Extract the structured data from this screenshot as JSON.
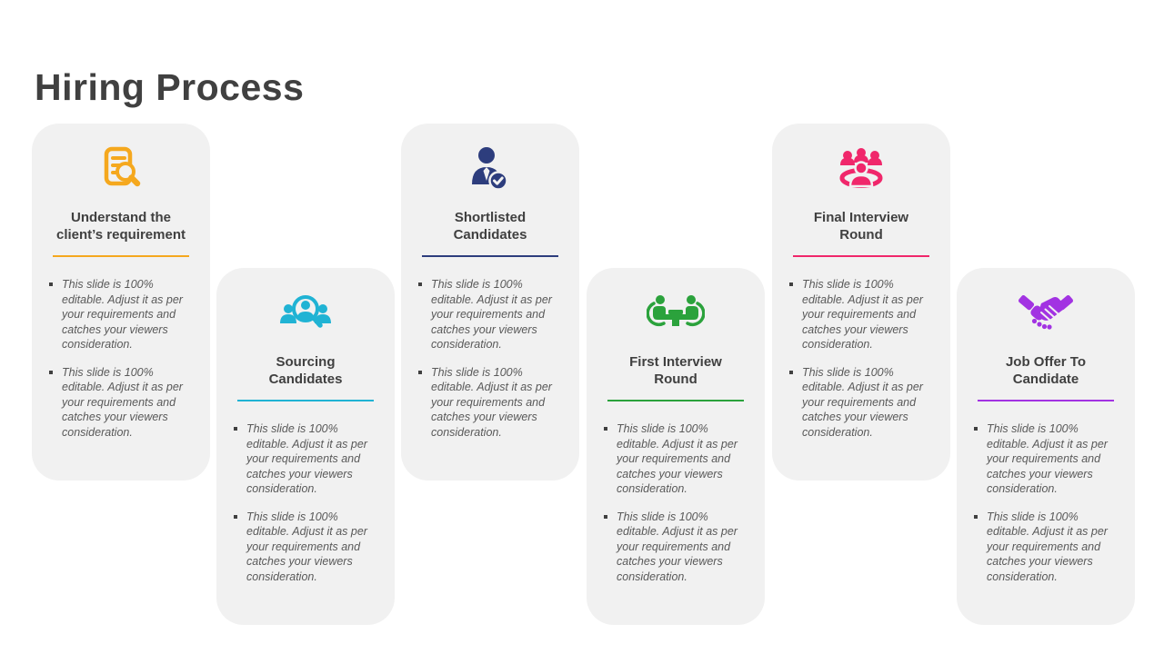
{
  "page": {
    "title": "Hiring Process",
    "title_color": "#404040",
    "background": "#ffffff",
    "card_background": "#f1f1f1"
  },
  "cards": [
    {
      "title": "Understand the client’s requirement",
      "title_line1": "Understand the",
      "title_line2": "client’s requirement",
      "color": "#F5A81E",
      "icon": "document-search-icon",
      "row": "top",
      "bullets": [
        "This slide is 100% editable. Adjust it as per your requirements and catches your viewers consideration.",
        "This slide is 100% editable. Adjust it as per your requirements and catches your viewers consideration."
      ]
    },
    {
      "title": "Sourcing Candidates",
      "title_line1": "Sourcing",
      "title_line2": "Candidates",
      "color": "#20B3D4",
      "icon": "people-search-icon",
      "row": "bottom",
      "bullets": [
        "This slide is 100% editable. Adjust it as per your requirements and catches your viewers consideration.",
        "This slide is 100% editable. Adjust it as per your requirements and catches your viewers consideration."
      ]
    },
    {
      "title": "Shortlisted Candidates",
      "title_line1": "Shortlisted",
      "title_line2": "Candidates",
      "color": "#2D3D7D",
      "icon": "person-check-icon",
      "row": "top",
      "bullets": [
        "This slide is 100% editable. Adjust it as per your requirements and catches your viewers consideration.",
        "This slide is 100% editable. Adjust it as per your requirements and catches your viewers consideration."
      ]
    },
    {
      "title": "First Interview Round",
      "title_line1": "First Interview",
      "title_line2": "Round",
      "color": "#2BA23C",
      "icon": "interview-table-icon",
      "row": "bottom",
      "bullets": [
        "This slide is 100% editable. Adjust it as per your requirements and catches your viewers consideration.",
        "This slide is 100% editable. Adjust it as per your requirements and catches your viewers consideration."
      ]
    },
    {
      "title": "Final Interview Round",
      "title_line1": "Final Interview",
      "title_line2": "Round",
      "color": "#F0276B",
      "icon": "panel-meeting-icon",
      "row": "top",
      "bullets": [
        "This slide is 100% editable. Adjust it as per your requirements and catches your viewers consideration.",
        "This slide is 100% editable. Adjust it as per your requirements and catches your viewers consideration."
      ]
    },
    {
      "title": "Job Offer To Candidate",
      "title_line1": "Job Offer To",
      "title_line2": "Candidate",
      "color": "#A233E2",
      "icon": "handshake-icon",
      "row": "bottom",
      "bullets": [
        "This slide is 100% editable. Adjust it as per your requirements and catches your viewers consideration.",
        "This slide is 100% editable. Adjust it as per your requirements and catches your viewers consideration."
      ]
    }
  ]
}
